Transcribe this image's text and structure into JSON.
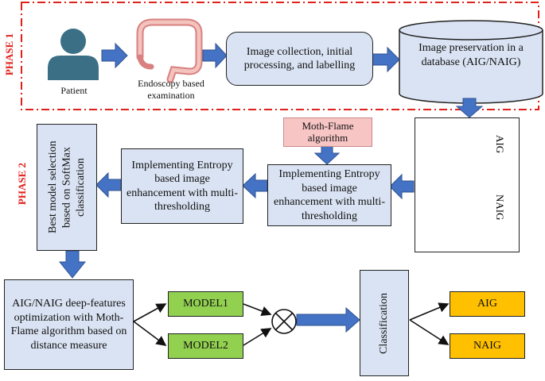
{
  "phase1": {
    "label": "PHASE 1"
  },
  "phase2": {
    "label": "PHASE 2"
  },
  "patient": {
    "label": "Patient"
  },
  "endoscopy": {
    "label": "Endoscopy based examination"
  },
  "image_collection": {
    "label": "Image collection, initial processing, and labelling"
  },
  "database": {
    "label": "Image preservation in a database (AIG/NAIG)"
  },
  "moth_flame_top": {
    "label": "Moth-Flame algorithm"
  },
  "entropy_right": {
    "label": "Implementing Entropy based image enhancement with multi-thresholding"
  },
  "entropy_left": {
    "label": "Implementing Entropy based image enhancement with multi-thresholding"
  },
  "best_model": {
    "label": "Best model selection based on SoftMax classification"
  },
  "samples": {
    "aig_label": "AIG",
    "naig_label": "NAIG"
  },
  "deep_features": {
    "label": "AIG/NAIG deep-features optimization with Moth-Flame algorithm based on distance measure"
  },
  "model1": {
    "label": "MODEL1"
  },
  "model2": {
    "label": "MODEL2"
  },
  "classification": {
    "label": "Classification"
  },
  "out_aig": {
    "label": "AIG"
  },
  "out_naig": {
    "label": "NAIG"
  },
  "colors": {
    "box_fill": "#dae3f3",
    "arrow_fill": "#4472c4",
    "phase_red": "#e0201b",
    "model_green": "#92d050",
    "output_yellow": "#ffc000",
    "moth_pink": "#f8c5c5"
  }
}
